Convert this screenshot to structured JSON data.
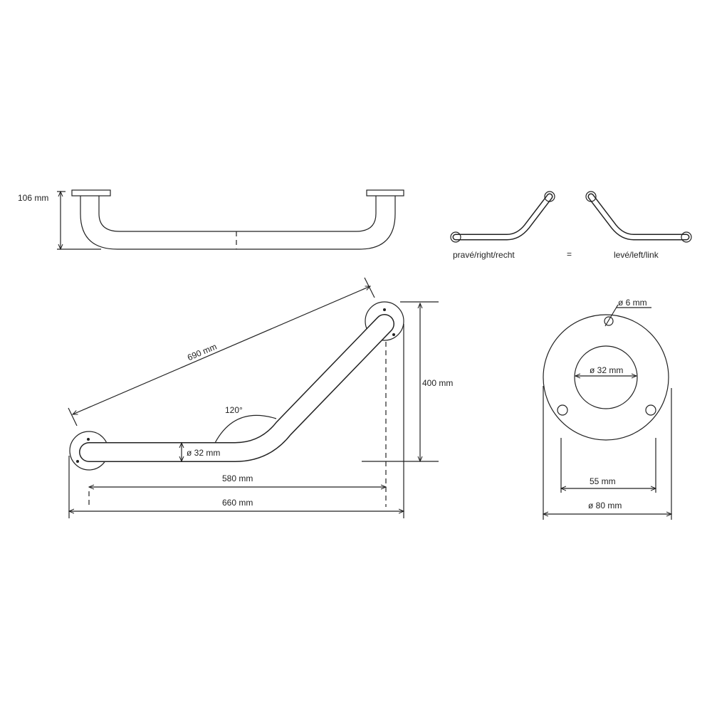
{
  "top_view": {
    "height_label": "106 mm"
  },
  "orientation": {
    "right_label": "pravé/right/recht",
    "equals": "=",
    "left_label": "levé/left/link"
  },
  "main_view": {
    "length_label": "690 mm",
    "angle_label": "120°",
    "tube_diameter_label": "ø 32 mm",
    "inner_span_label": "580 mm",
    "overall_width_label": "660 mm",
    "height_label": "400 mm"
  },
  "flange_view": {
    "screw_hole_label": "ø 6 mm",
    "inner_diameter_label": "ø 32 mm",
    "hole_spacing_label": "55 mm",
    "outer_diameter_label": "ø 80 mm"
  }
}
